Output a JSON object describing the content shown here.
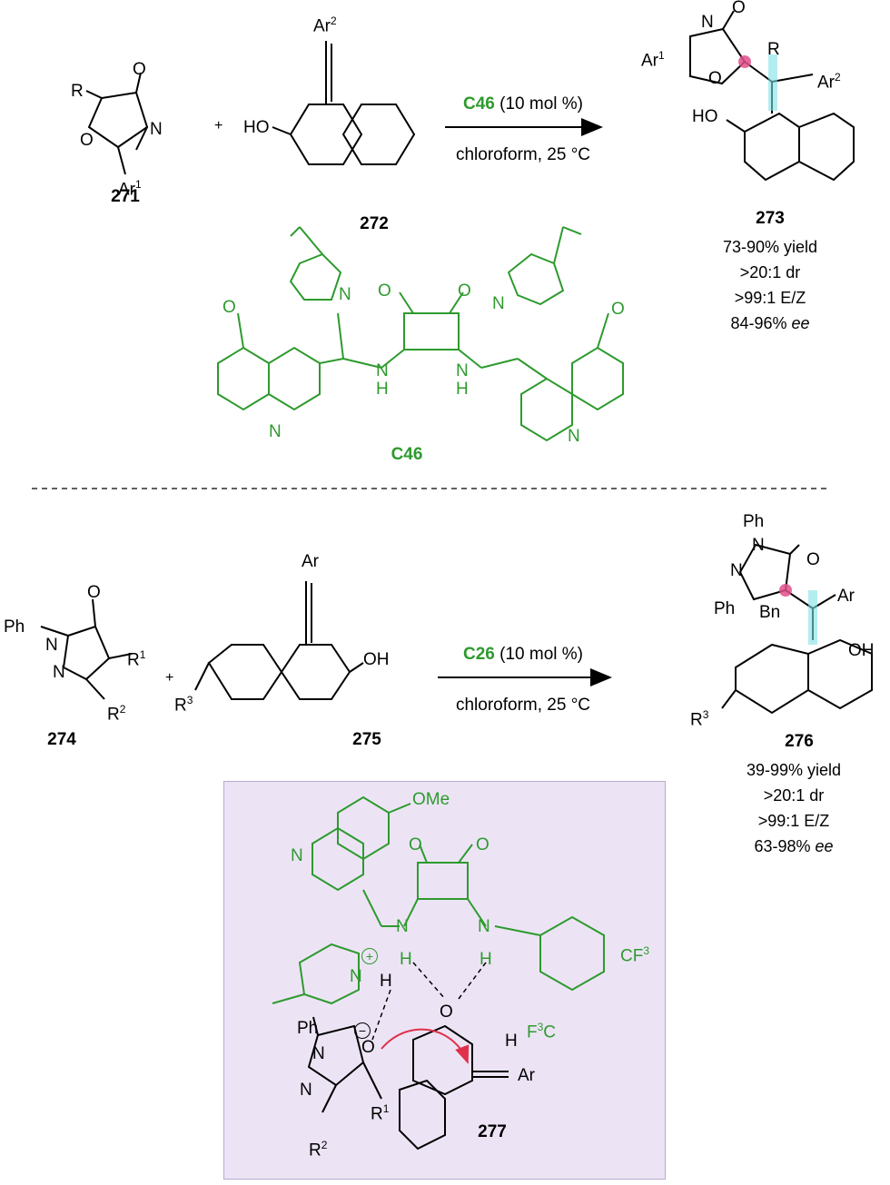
{
  "top_scheme": {
    "reactant1_id": "271",
    "reactant2_id": "272",
    "product_id": "273",
    "catalyst_id": "C46",
    "plus": "+",
    "condition_catalyst": "C46",
    "condition_loading": " (10 mol %)",
    "condition_solvent": "chloroform, 25 °C",
    "results": [
      "73-90% yield",
      ">20:1 dr",
      ">99:1 E/Z"
    ],
    "ee_value": "84-96% ",
    "ee_label": "ee"
  },
  "bottom_scheme": {
    "reactant1_id": "274",
    "reactant2_id": "275",
    "product_id": "276",
    "intermediate_id": "277",
    "plus": "+",
    "condition_catalyst": "C26",
    "condition_loading": " (10 mol %)",
    "condition_solvent": "chloroform, 25 °C",
    "results": [
      "39-99% yield",
      ">20:1 dr",
      ">99:1 E/Z"
    ],
    "ee_value": "63-98% ",
    "ee_label": "ee"
  },
  "atom_labels": {
    "R": "R",
    "O": "O",
    "N": "N",
    "NH": "N",
    "H": "H",
    "Ar": "Ar",
    "Ar1_base": "Ar",
    "Ar2_base": "Ar",
    "sup1": "1",
    "sup2": "2",
    "sup3": "3",
    "HO": "HO",
    "OH": "OH",
    "Ph": "Ph",
    "Bn": "Bn",
    "R1_base": "R",
    "R2_base": "R",
    "R3_base": "R",
    "OMe": "OMe",
    "CF3": "CF",
    "F3C_F": "F",
    "F3C_C": "C",
    "plus_charge": "+",
    "minus_charge": "−"
  },
  "colors": {
    "catalyst_green": "#2e9a2e",
    "panel_bg": "#ece4f5",
    "highlight_cyan": "#7fe3e6",
    "stereocenter_pink": "#e0508a",
    "arrow_red": "#e0304a"
  }
}
